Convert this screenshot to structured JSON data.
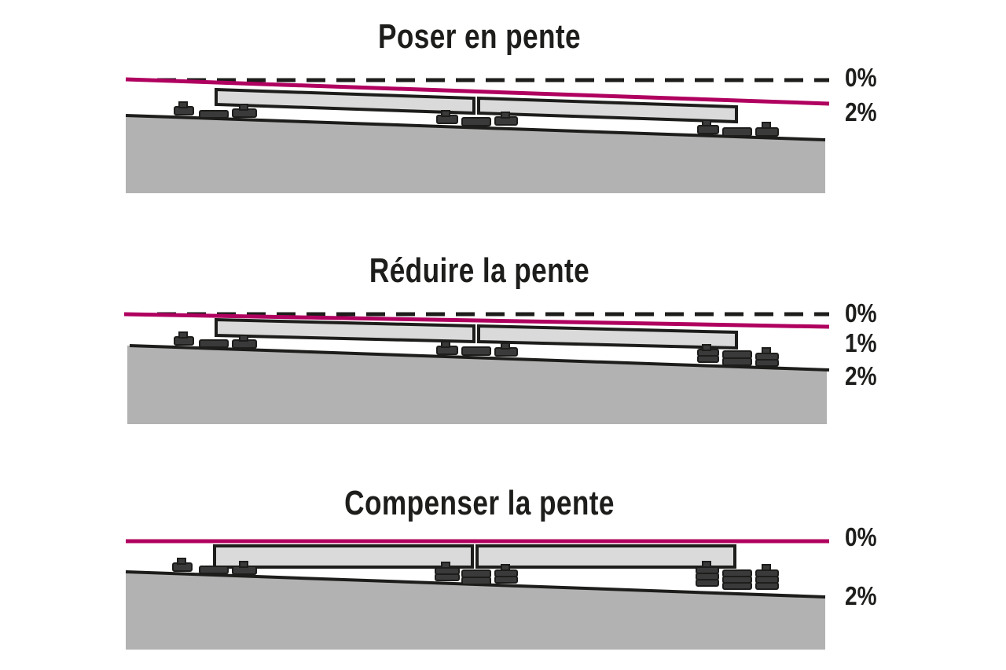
{
  "colors": {
    "slope_line": "#b0005f",
    "ground": "#b2b2b2",
    "outline": "#1d1d1b",
    "paver": "#dadada"
  },
  "panels": [
    {
      "title": "Poser en pente",
      "labels": {
        "zero": "0%",
        "one": "",
        "two": "2%"
      }
    },
    {
      "title": "Réduire la pente",
      "labels": {
        "zero": "0%",
        "one": "1%",
        "two": "2%"
      }
    },
    {
      "title": "Compenser la pente",
      "labels": {
        "zero": "0%",
        "one": "",
        "two": "2%"
      }
    }
  ]
}
